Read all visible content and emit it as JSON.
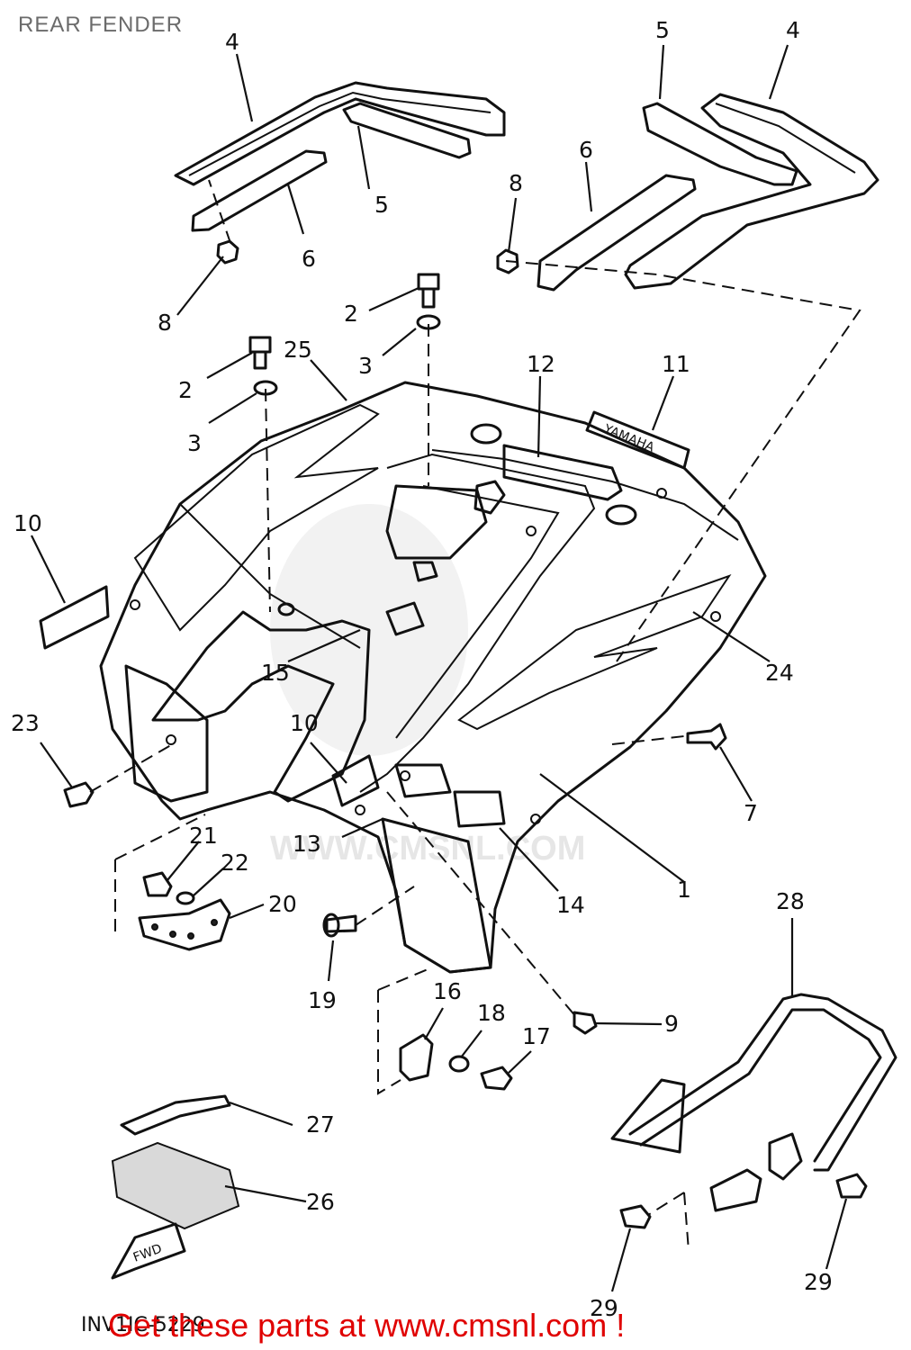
{
  "title": "REAR FENDER",
  "figure_code": "INV1IC-5229",
  "footer": "Get these parts at www.cmsnl.com !",
  "watermark_text": "WWW.CMSNL.COM",
  "decals": {
    "decal_11": "YAMAHA",
    "fwd": "FWD"
  },
  "callouts": [
    "1",
    "2",
    "2",
    "3",
    "3",
    "4",
    "4",
    "5",
    "5",
    "6",
    "6",
    "7",
    "8",
    "8",
    "9",
    "10",
    "10",
    "11",
    "12",
    "13",
    "14",
    "15",
    "16",
    "17",
    "18",
    "19",
    "20",
    "21",
    "22",
    "23",
    "24",
    "25",
    "26",
    "27",
    "28",
    "29",
    "29"
  ],
  "colors": {
    "ink": "#111111",
    "footer": "#e00000",
    "title": "#6b6b6b"
  }
}
